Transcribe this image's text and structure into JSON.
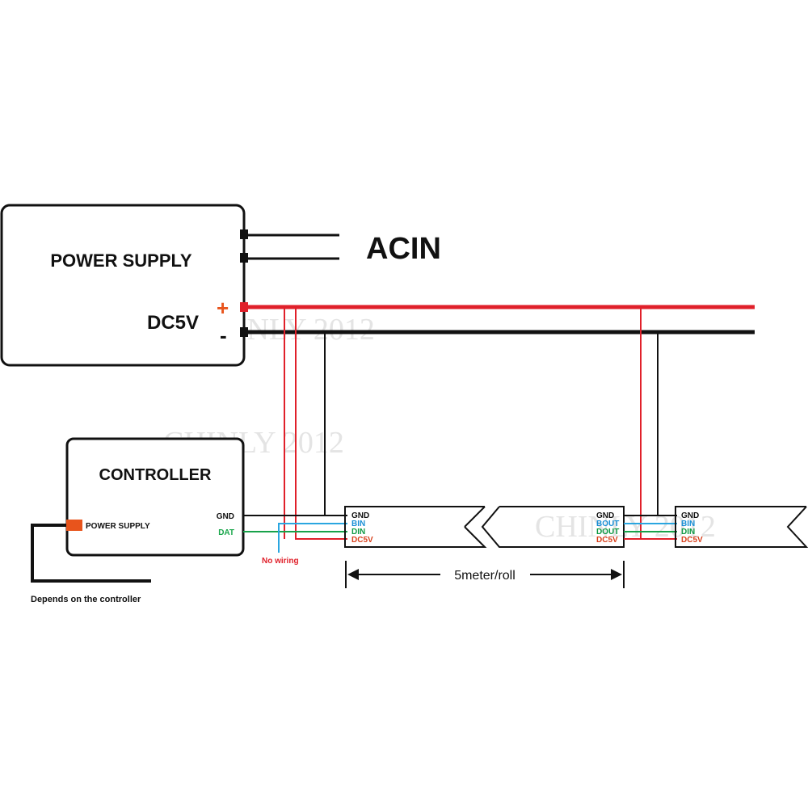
{
  "power_supply": {
    "title": "POWER SUPPLY",
    "output_label": "DC5V",
    "plus_symbol": "+",
    "minus_symbol": "-"
  },
  "ac_input": {
    "label": "ACIN"
  },
  "controller": {
    "title": "CONTROLLER",
    "power_port_label": "POWER SUPPLY",
    "gnd_label": "GND",
    "dat_label": "DAT",
    "power_note": "Depends on the controller"
  },
  "no_wiring_note": "No wiring",
  "strip_1_pins": [
    "GND",
    "BIN",
    "DIN",
    "DC5V"
  ],
  "strip_2_pins": [
    "GND",
    "BOUT",
    "DOUT",
    "DC5V"
  ],
  "strip_3_pins": [
    "GND",
    "BIN",
    "DIN",
    "DC5V"
  ],
  "dimension_label": "5meter/roll",
  "watermarks": [
    "CHINLY 2012",
    "CHINLY 2012",
    "CHINLY 2012"
  ],
  "colors": {
    "red_wire": "#e0202a",
    "black_wire": "#111111",
    "blue_wire": "#2aa6e0",
    "green_wire": "#18a24a",
    "plus_orange": "#e8541c",
    "connector_orange": "#e8541c",
    "pin_red": "#d8401c",
    "pin_blue": "#1a8fd6",
    "pin_green": "#0f9a44",
    "controller_dat_green": "#19a64b"
  }
}
